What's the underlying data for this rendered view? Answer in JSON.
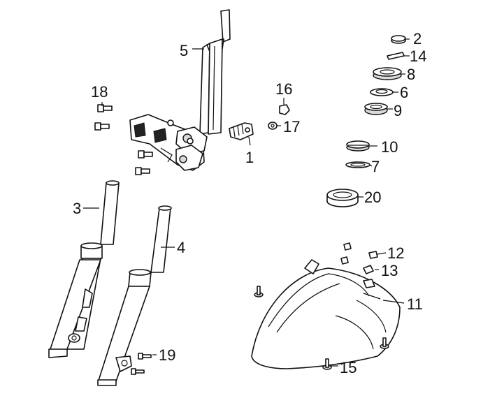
{
  "diagram": {
    "parts": [
      {
        "id": "1",
        "label": "1"
      },
      {
        "id": "2",
        "label": "2"
      },
      {
        "id": "3",
        "label": "3"
      },
      {
        "id": "4",
        "label": "4"
      },
      {
        "id": "5",
        "label": "5"
      },
      {
        "id": "6",
        "label": "6"
      },
      {
        "id": "7",
        "label": "7"
      },
      {
        "id": "8",
        "label": "8"
      },
      {
        "id": "9",
        "label": "9"
      },
      {
        "id": "10",
        "label": "10"
      },
      {
        "id": "11",
        "label": "11"
      },
      {
        "id": "12",
        "label": "12"
      },
      {
        "id": "13",
        "label": "13"
      },
      {
        "id": "14",
        "label": "14"
      },
      {
        "id": "15",
        "label": "15"
      },
      {
        "id": "16",
        "label": "16"
      },
      {
        "id": "17",
        "label": "17"
      },
      {
        "id": "18",
        "label": "18"
      },
      {
        "id": "19",
        "label": "19"
      },
      {
        "id": "20",
        "label": "20"
      }
    ]
  }
}
